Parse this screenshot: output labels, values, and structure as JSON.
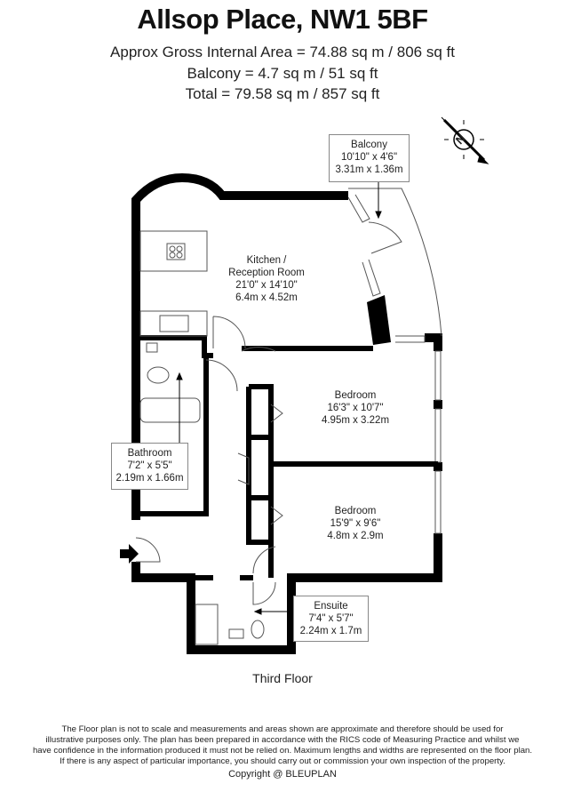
{
  "header": {
    "title": "Allsop Place, NW1 5BF",
    "gross_area": "Approx Gross Internal Area = 74.88 sq m / 806 sq ft",
    "balcony_area": "Balcony = 4.7 sq m / 51 sq ft",
    "total_area": "Total = 79.58 sq m / 857 sq ft"
  },
  "rooms": {
    "kitchen": {
      "name1": "Kitchen /",
      "name2": "Reception Room",
      "imperial": "21'0\" x 14'10\"",
      "metric": "6.4m x 4.52m"
    },
    "balcony": {
      "name": "Balcony",
      "imperial": "10'10\" x 4'6\"",
      "metric": "3.31m x 1.36m"
    },
    "bedroom1": {
      "name": "Bedroom",
      "imperial": "16'3\" x 10'7\"",
      "metric": "4.95m x 3.22m"
    },
    "bedroom2": {
      "name": "Bedroom",
      "imperial": "15'9\" x 9'6\"",
      "metric": "4.8m x 2.9m"
    },
    "bathroom": {
      "name": "Bathroom",
      "imperial": "7'2\" x 5'5\"",
      "metric": "2.19m x 1.66m"
    },
    "ensuite": {
      "name": "Ensuite",
      "imperial": "7'4\" x 5'7\"",
      "metric": "2.24m x 1.7m"
    }
  },
  "compass": {
    "label": "N"
  },
  "floor_label": "Third Floor",
  "disclaimer": [
    "The Floor plan is not to scale and measurements and areas shown are approximate and therefore should be used for",
    "illustrative purposes only. The plan has been prepared in accordance with the RICS code of Measuring Practice and whilst we",
    "have confidence in the information produced it must not be relied on. Maximum lengths and widths are represented on the floor plan.",
    "If there is any aspect of particular importance, you should carry out or commission your own inspection of the property."
  ],
  "copyright": "Copyright @ BLEUPLAN"
}
